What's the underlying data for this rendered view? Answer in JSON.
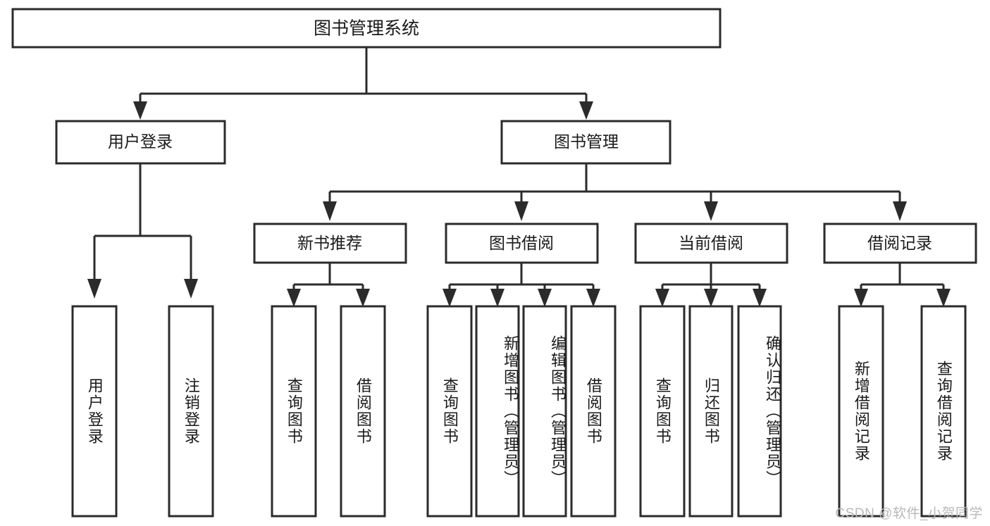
{
  "diagram": {
    "type": "hierarchy-tree",
    "title": "图书管理系统",
    "root": {
      "label": "图书管理系统"
    },
    "level1": [
      {
        "id": "user-login",
        "label": "用户登录"
      },
      {
        "id": "book-management",
        "label": "图书管理"
      }
    ],
    "level2": [
      {
        "id": "new-book-recommend",
        "label": "新书推荐",
        "parent": "book-management"
      },
      {
        "id": "book-borrow",
        "label": "图书借阅",
        "parent": "book-management"
      },
      {
        "id": "current-borrow",
        "label": "当前借阅",
        "parent": "book-management"
      },
      {
        "id": "borrow-record",
        "label": "借阅记录",
        "parent": "book-management"
      }
    ],
    "leaves": [
      {
        "id": "leaf-user-login",
        "label": "用户登录",
        "parent": "user-login"
      },
      {
        "id": "leaf-logout-login",
        "label": "注销登录",
        "parent": "user-login"
      },
      {
        "id": "leaf-query-book-1",
        "label": "查询图书",
        "parent": "new-book-recommend"
      },
      {
        "id": "leaf-borrow-book-1",
        "label": "借阅图书",
        "parent": "new-book-recommend"
      },
      {
        "id": "leaf-query-book-2",
        "label": "查询图书",
        "parent": "book-borrow"
      },
      {
        "id": "leaf-add-book",
        "label": "新增图书（管理员）",
        "parent": "book-borrow"
      },
      {
        "id": "leaf-edit-book",
        "label": "编辑图书（管理员）",
        "parent": "book-borrow"
      },
      {
        "id": "leaf-borrow-book-2",
        "label": "借阅图书",
        "parent": "book-borrow"
      },
      {
        "id": "leaf-query-book-3",
        "label": "查询图书",
        "parent": "current-borrow"
      },
      {
        "id": "leaf-return-book",
        "label": "归还图书",
        "parent": "current-borrow"
      },
      {
        "id": "leaf-confirm-return",
        "label": "确认归还（管理员）",
        "parent": "current-borrow"
      },
      {
        "id": "leaf-add-record",
        "label": "新增借阅记录",
        "parent": "borrow-record"
      },
      {
        "id": "leaf-query-record",
        "label": "查询借阅记录",
        "parent": "borrow-record"
      }
    ],
    "colors": {
      "stroke": "#2b2b2b",
      "fill": "#ffffff",
      "text": "#1a1a1a",
      "watermark": "#b9b9b9"
    }
  },
  "watermark": {
    "text": "CSDN @软件_小贺同学"
  }
}
